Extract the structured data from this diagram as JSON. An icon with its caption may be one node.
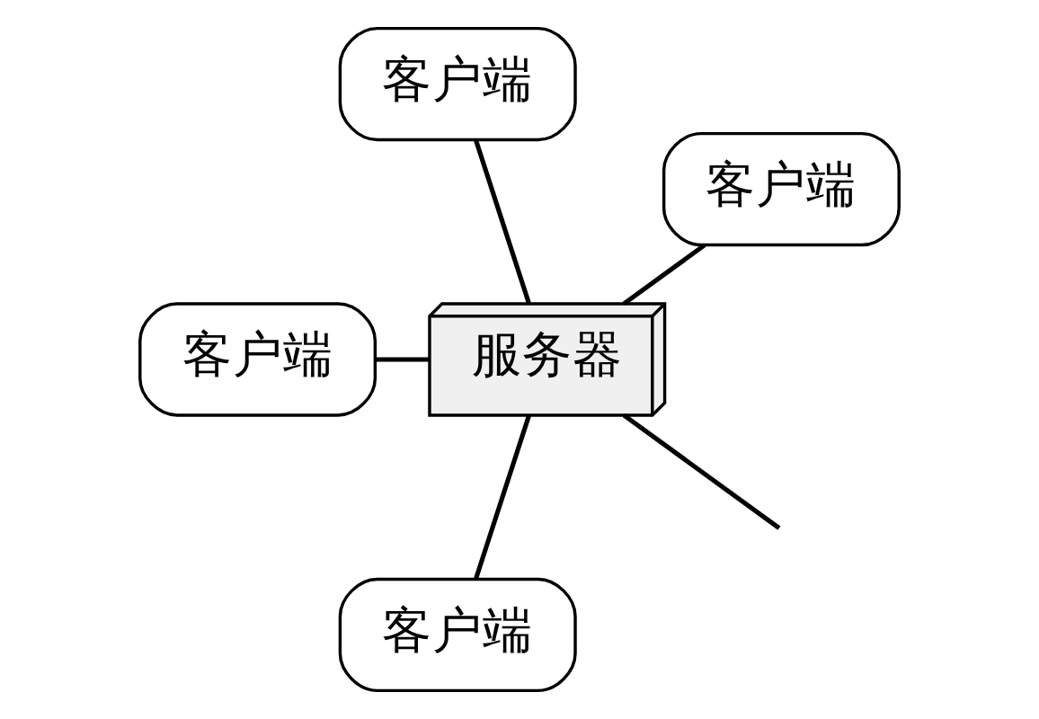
{
  "diagram": {
    "nodes": [
      {
        "text": [
          "服务器"
        ]
      },
      {
        "text": [
          "客户端"
        ]
      },
      {
        "text": [
          "客户端"
        ]
      },
      {
        "text": [
          "客户端"
        ]
      },
      {
        "text": [
          "客户端"
        ]
      }
    ],
    "edges": [
      {
        "from": 0,
        "to": 1,
        "arrow": "none"
      },
      {
        "from": 0,
        "to": 2,
        "arrow": "none"
      },
      {
        "from": 0,
        "to": 3,
        "arrow": "none"
      },
      {
        "from": 0,
        "to": 4,
        "arrow": "none"
      },
      {
        "from": 0,
        "to": null,
        "arrow": "none"
      }
    ]
  }
}
